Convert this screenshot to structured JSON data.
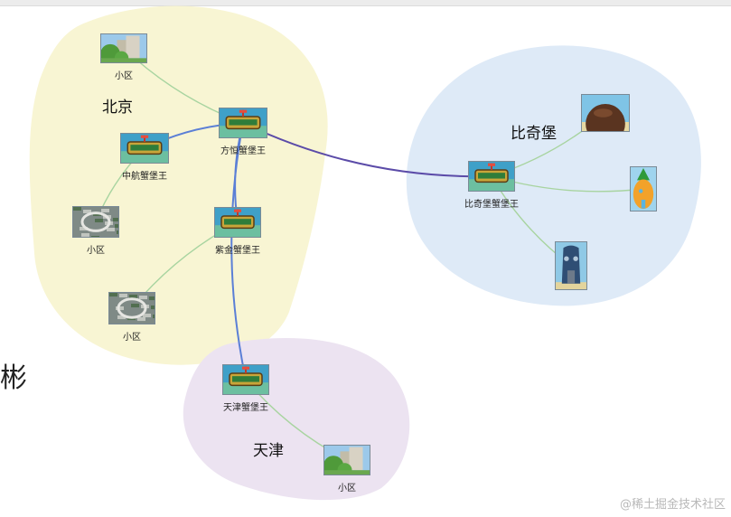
{
  "regions": [
    {
      "id": "beijing",
      "label": "北京",
      "color": "#f8f5d3"
    },
    {
      "id": "bikini",
      "label": "比奇堡",
      "color": "#deeaf7"
    },
    {
      "id": "tianjin",
      "label": "天津",
      "color": "#ece3f1"
    }
  ],
  "nodes": [
    {
      "id": "beijing-community-top",
      "label": "小区",
      "image": "residential-photo"
    },
    {
      "id": "fangheng-krusty-krab",
      "label": "方恒蟹堡王",
      "image": "krusty-krab-sign"
    },
    {
      "id": "zhonghang-krusty-krab",
      "label": "中航蟹堡王",
      "image": "krusty-krab-sign"
    },
    {
      "id": "beijing-community-left",
      "label": "小区",
      "image": "aerial-photo"
    },
    {
      "id": "zijin-krusty-krab",
      "label": "紫金蟹堡王",
      "image": "krusty-krab-sign"
    },
    {
      "id": "beijing-community-bottom",
      "label": "小区",
      "image": "aerial-photo"
    },
    {
      "id": "bikini-krusty-krab",
      "label": "比奇堡蟹堡王",
      "image": "krusty-krab-sign"
    },
    {
      "id": "patrick-rock-house",
      "label": "",
      "image": "rock-house-icon"
    },
    {
      "id": "pineapple-house",
      "label": "",
      "image": "pineapple-house-icon"
    },
    {
      "id": "squidward-house",
      "label": "",
      "image": "moai-house-icon"
    },
    {
      "id": "tianjin-krusty-krab",
      "label": "天津蟹堡王",
      "image": "krusty-krab-sign"
    },
    {
      "id": "tianjin-community",
      "label": "小区",
      "image": "residential-photo"
    }
  ],
  "edges": [
    {
      "from": "beijing-community-top",
      "to": "fangheng-krusty-krab",
      "kind": "local"
    },
    {
      "from": "fangheng-krusty-krab",
      "to": "zhonghang-krusty-krab",
      "kind": "inter"
    },
    {
      "from": "fangheng-krusty-krab",
      "to": "zijin-krusty-krab",
      "kind": "inter"
    },
    {
      "from": "zhonghang-krusty-krab",
      "to": "beijing-community-left",
      "kind": "local"
    },
    {
      "from": "zijin-krusty-krab",
      "to": "beijing-community-bottom",
      "kind": "local"
    },
    {
      "from": "fangheng-krusty-krab",
      "to": "bikini-krusty-krab",
      "kind": "city"
    },
    {
      "from": "fangheng-krusty-krab",
      "to": "tianjin-krusty-krab",
      "kind": "inter"
    },
    {
      "from": "bikini-krusty-krab",
      "to": "patrick-rock-house",
      "kind": "local"
    },
    {
      "from": "bikini-krusty-krab",
      "to": "pineapple-house",
      "kind": "local"
    },
    {
      "from": "bikini-krusty-krab",
      "to": "squidward-house",
      "kind": "local"
    },
    {
      "from": "tianjin-krusty-krab",
      "to": "tianjin-community",
      "kind": "local"
    }
  ],
  "edge_colors": {
    "local": "#a8d4a0",
    "inter": "#5b7fd6",
    "city": "#5b4ba8"
  },
  "cut_off_glyph": "彬",
  "watermark": "@稀土掘金技术社区"
}
